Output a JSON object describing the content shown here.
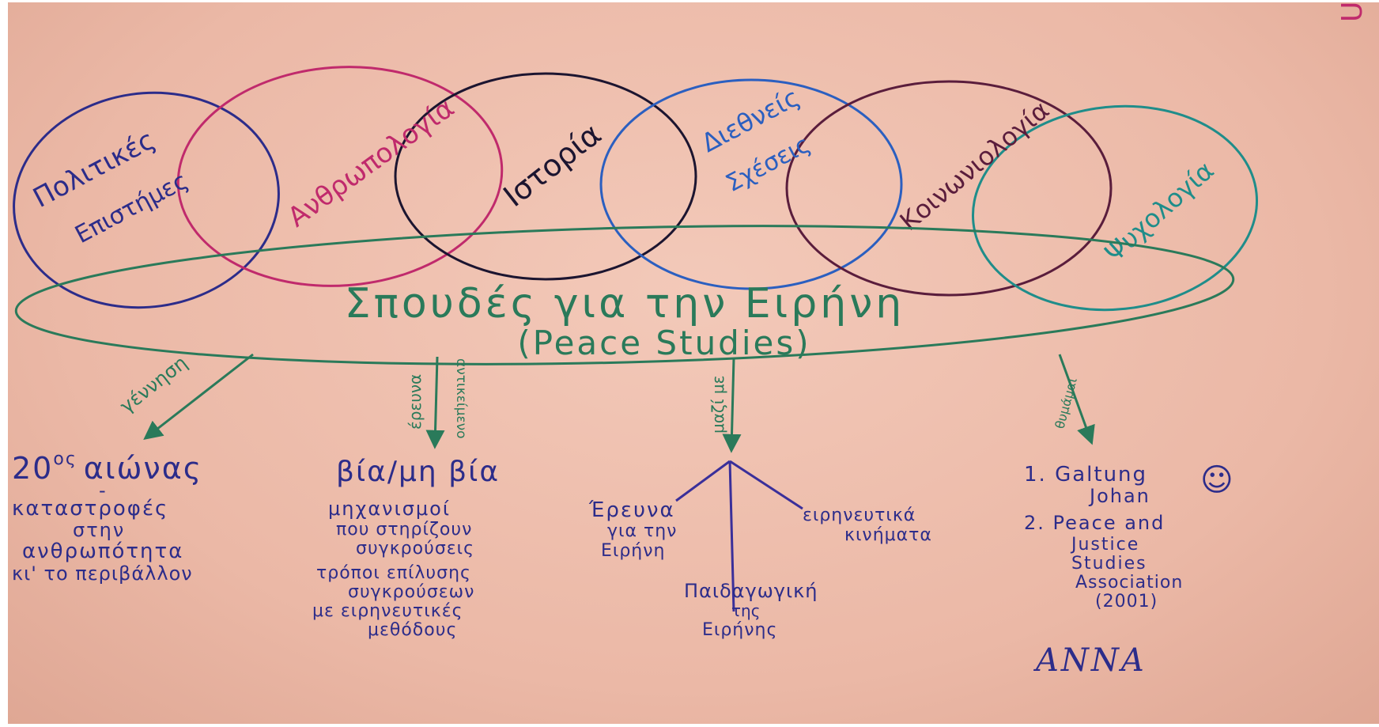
{
  "colors": {
    "paper": "#eebcab",
    "navy": "#2c2c8a",
    "magenta": "#c02a6c",
    "black": "#1c1530",
    "blue": "#2b5fc0",
    "plum": "#5a1d3c",
    "teal": "#1f8d8a",
    "green": "#2a7a5a",
    "violet": "#3a2f9a"
  },
  "circles": [
    {
      "id": "political",
      "lines": [
        "Πολιτικές",
        "Επιστήμες"
      ]
    },
    {
      "id": "anthropology",
      "lines": [
        "Ανθρωπολογία"
      ]
    },
    {
      "id": "history",
      "lines": [
        "Ιστορία"
      ]
    },
    {
      "id": "intl",
      "lines": [
        "Διεθνείς",
        "Σχέσεις"
      ]
    },
    {
      "id": "sociology",
      "lines": [
        "Κοινωνιολογία"
      ]
    },
    {
      "id": "psychology",
      "lines": [
        "Ψυχολογία"
      ]
    }
  ],
  "center": {
    "title": "Σπουδές για την Ειρήνη",
    "subtitle": "(Peace Studies)"
  },
  "branches": [
    {
      "id": "birth",
      "arrow_label": "γέννηση",
      "heading": "20ος αιώνας",
      "heading_main": "20",
      "heading_sup": "ος",
      "heading_rest": "αιώνας",
      "dash": "-",
      "lines": [
        "καταστροφές",
        "στην",
        "ανθρωπότητα",
        "κι' το περιβάλλον"
      ]
    },
    {
      "id": "research",
      "arrow_label": "έρευνα",
      "arrow_label2": "αντικείμενο",
      "heading": "βία/μη βία",
      "lines": [
        "μηχανισμοί",
        "που στηρίζουν",
        "συγκρούσεις",
        "τρόποι επίλυσης",
        "συγκρούσεων",
        "με ειρηνευτικές",
        "μεθόδους"
      ]
    },
    {
      "id": "together",
      "arrow_label": "μαζί με",
      "left": [
        "Έρευνα",
        "για την",
        "Ειρήνη"
      ],
      "right": [
        "ειρηνευτικά",
        "κινήματα"
      ],
      "bottom": [
        "Παιδαγωγική",
        "της",
        "Ειρήνης"
      ]
    },
    {
      "id": "founders",
      "arrow_label": "θυμάμαι",
      "items": [
        "1. Galtung",
        "Johan",
        "2. Peace and",
        "Justice",
        "Studies",
        "Association",
        "(2001)"
      ],
      "smiley": "☺",
      "signature": "ΑΝΝΑ"
    }
  ],
  "corner_mark": "U"
}
